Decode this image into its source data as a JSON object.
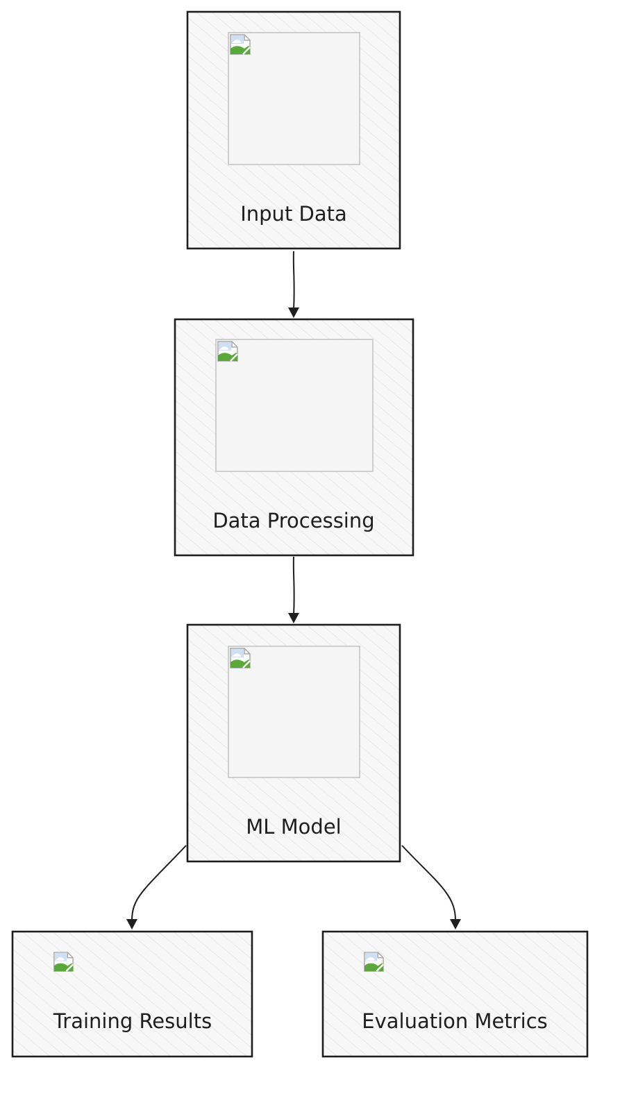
{
  "nodes": [
    {
      "id": "input",
      "label": "Input Data",
      "icon": "broken-image-icon"
    },
    {
      "id": "processing",
      "label": "Data Processing",
      "icon": "broken-image-icon"
    },
    {
      "id": "model",
      "label": "ML Model",
      "icon": "broken-image-icon"
    },
    {
      "id": "training",
      "label": "Training Results",
      "icon": "broken-image-icon"
    },
    {
      "id": "evaluation",
      "label": "Evaluation Metrics",
      "icon": "broken-image-icon"
    }
  ],
  "edges": [
    {
      "from": "input",
      "to": "processing"
    },
    {
      "from": "processing",
      "to": "model"
    },
    {
      "from": "model",
      "to": "training"
    },
    {
      "from": "model",
      "to": "evaluation"
    }
  ],
  "colors": {
    "stroke": "#1e1e1e",
    "fill": "#f7f7f7",
    "hatch": "#e6e6e6",
    "frame": "#c4c4c4"
  }
}
